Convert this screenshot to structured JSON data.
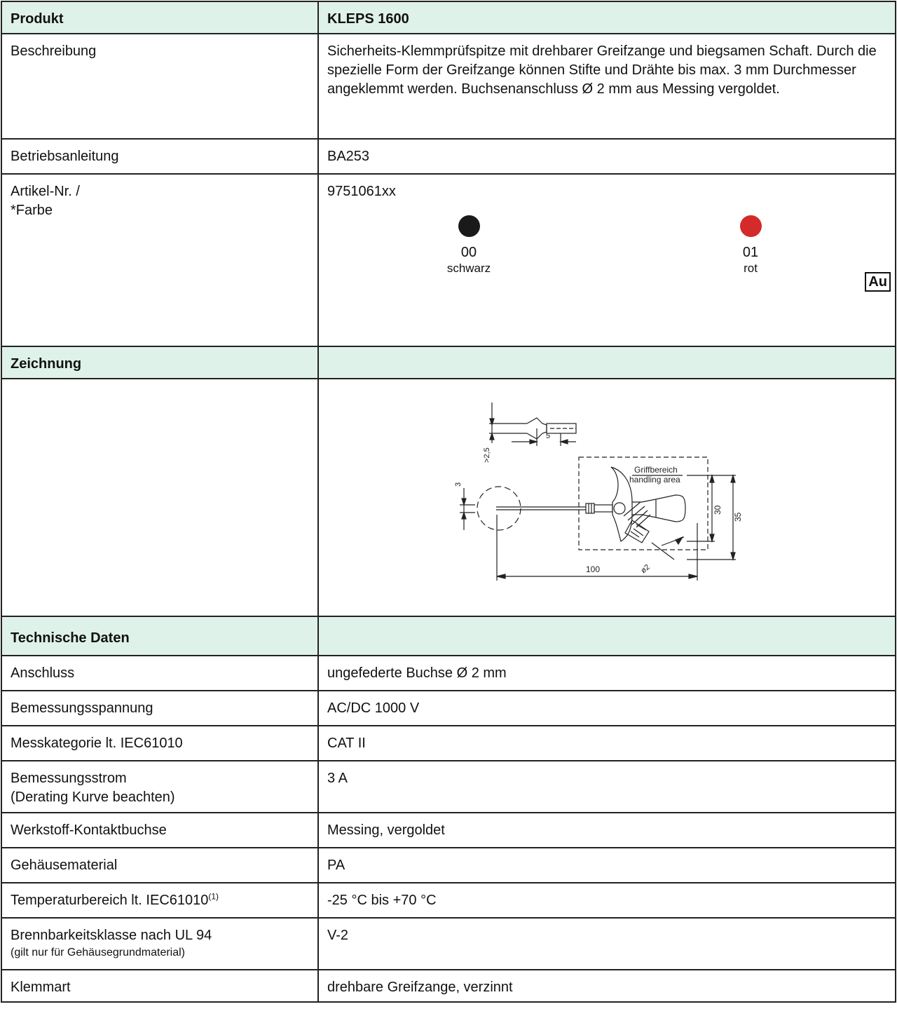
{
  "header": {
    "label": "Produkt",
    "value": "KLEPS 1600"
  },
  "description": {
    "label": "Beschreibung",
    "value": "Sicherheits-Klemmprüfspitze mit drehbarer Greifzange und biegsamen Schaft. Durch die spezielle Form der Greifzange können Stifte und Drähte bis max. 3 mm Durchmesser angeklemmt werden. Buchsenanschluss Ø 2 mm aus Messing vergoldet."
  },
  "manual": {
    "label": "Betriebsanleitung",
    "value": "BA253"
  },
  "article": {
    "label_line1": "Artikel-Nr. /",
    "label_line2": "*Farbe",
    "value": "9751061xx",
    "colors": [
      {
        "code": "00",
        "name": "schwarz",
        "hex": "#1a1a1a"
      },
      {
        "code": "01",
        "name": "rot",
        "hex": "#d42a2a"
      }
    ],
    "badge": "Au"
  },
  "drawing_section": {
    "label": "Zeichnung"
  },
  "drawing": {
    "dim_25": ">2,5",
    "dim_5": "5",
    "dim_3": "3",
    "dim_100": "100",
    "dim_30": "30",
    "dim_35": "35",
    "dim_d2": "ø2",
    "handling_de": "Griffbereich",
    "handling_en": "handling area"
  },
  "tech_section": {
    "label": "Technische Daten"
  },
  "specs": [
    {
      "label": "Anschluss",
      "value": "ungefederte Buchse Ø 2 mm"
    },
    {
      "label": "Bemessungsspannung",
      "value": "AC/DC 1000 V"
    },
    {
      "label": "Messkategorie lt. IEC61010",
      "value": "CAT II"
    },
    {
      "label": "Bemessungsstrom",
      "note": "(Derating Kurve beachten)",
      "value": "3 A"
    },
    {
      "label": "Werkstoff-Kontaktbuchse",
      "value": "Messing, vergoldet"
    },
    {
      "label": "Gehäusematerial",
      "value": "PA"
    },
    {
      "label": "Temperaturbereich lt. IEC61010",
      "sup": "(1)",
      "value": "-25 °C bis +70 °C"
    },
    {
      "label": "Brennbarkeitsklasse nach UL 94",
      "note": "(gilt nur für Gehäusegrundmaterial)",
      "value": "V-2"
    },
    {
      "label": "Klemmart",
      "value": "drehbare Greifzange, verzinnt"
    }
  ]
}
